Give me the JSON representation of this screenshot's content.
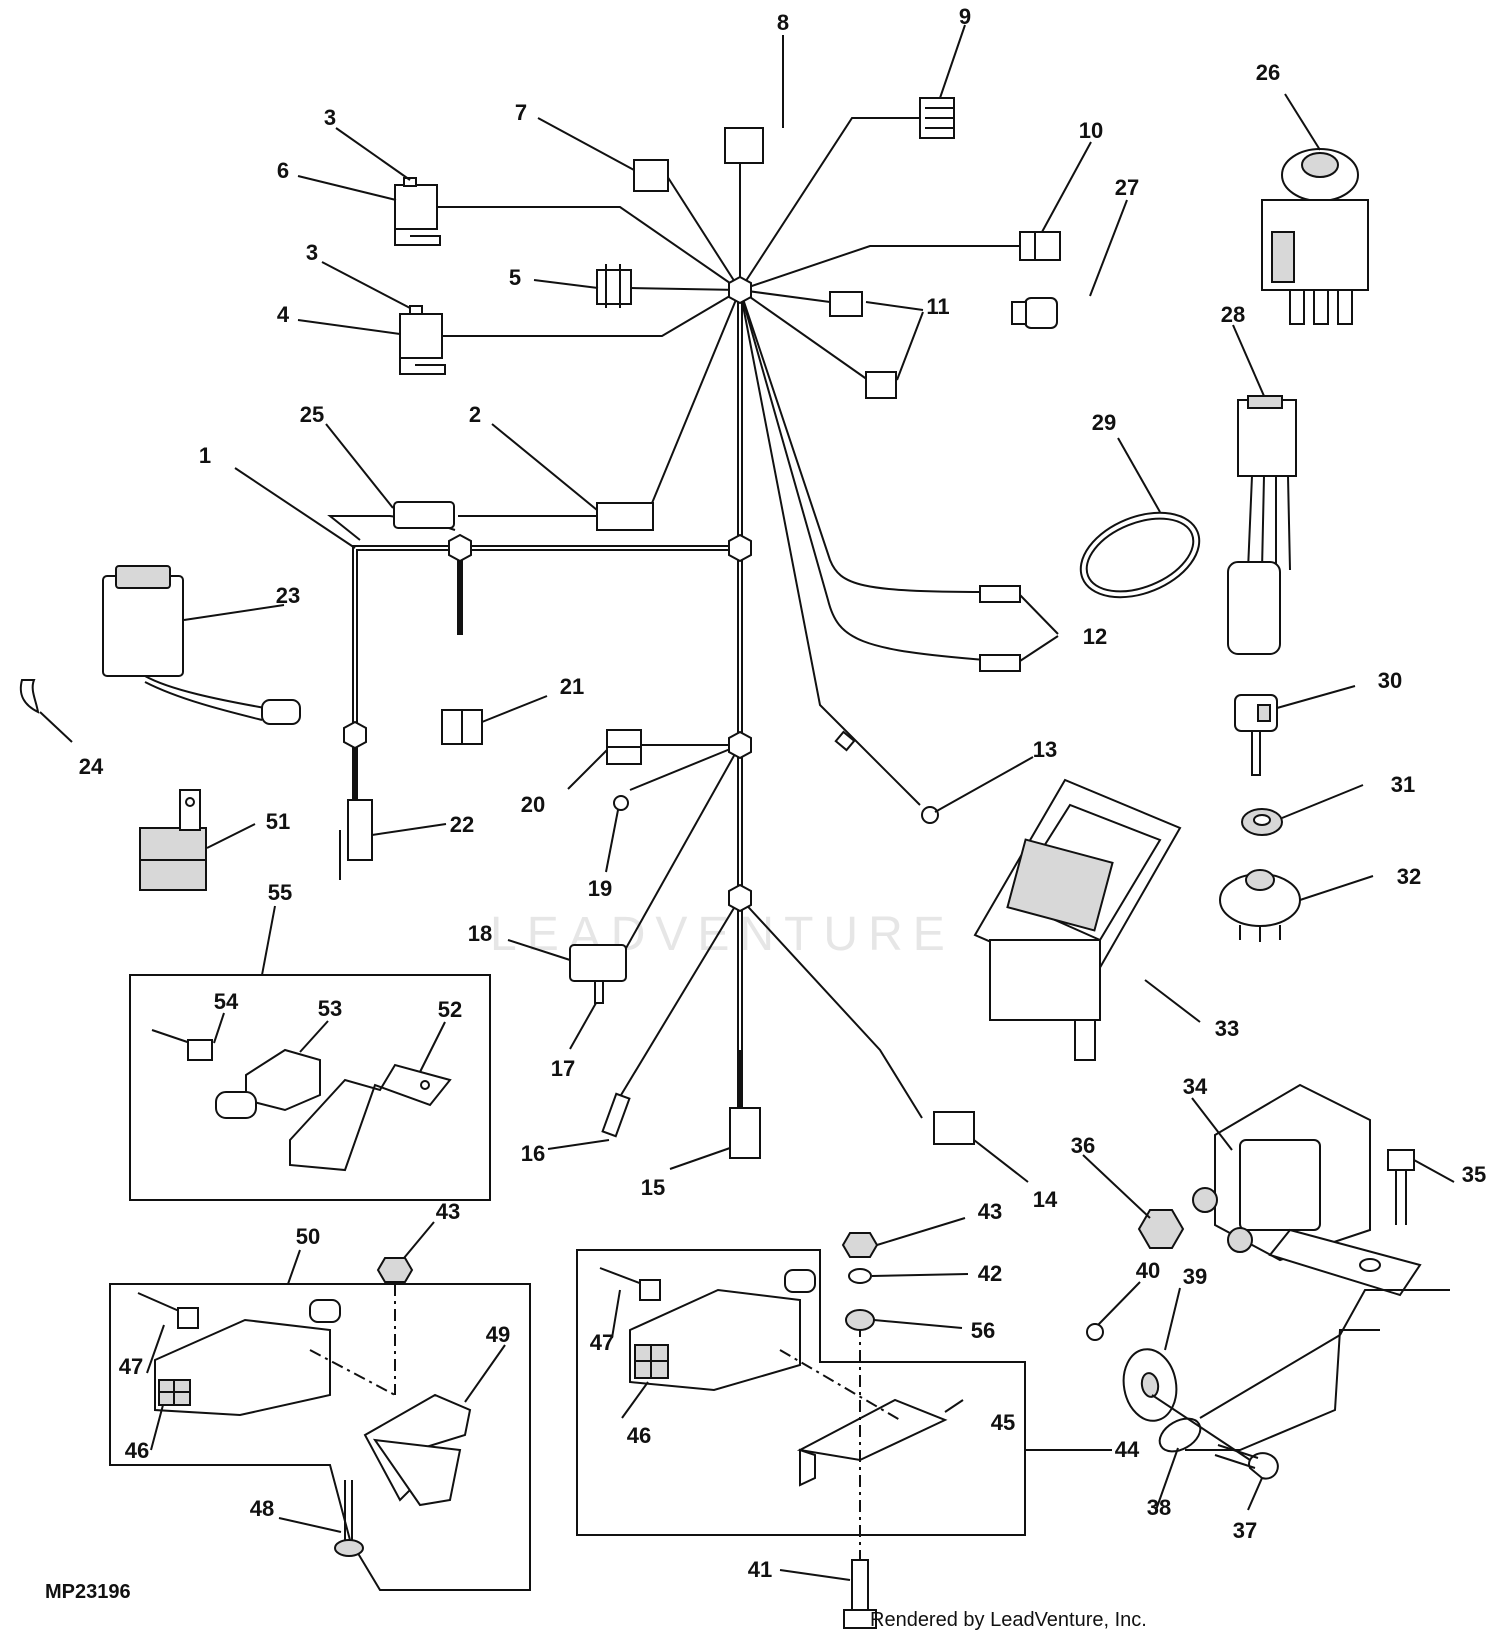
{
  "diagram": {
    "figure_id": "MP23196",
    "credit": "Rendered by LeadVenture, Inc.",
    "watermark": "LEADVENTURE",
    "callouts": [
      "1",
      "2",
      "3",
      "4",
      "5",
      "6",
      "7",
      "8",
      "9",
      "10",
      "11",
      "12",
      "13",
      "14",
      "15",
      "16",
      "17",
      "18",
      "19",
      "20",
      "21",
      "22",
      "23",
      "24",
      "25",
      "26",
      "27",
      "28",
      "29",
      "30",
      "31",
      "32",
      "33",
      "34",
      "35",
      "36",
      "37",
      "38",
      "39",
      "40",
      "41",
      "42",
      "43",
      "44",
      "45",
      "46",
      "47",
      "48",
      "49",
      "50",
      "51",
      "52",
      "53",
      "54",
      "55",
      "56"
    ]
  }
}
